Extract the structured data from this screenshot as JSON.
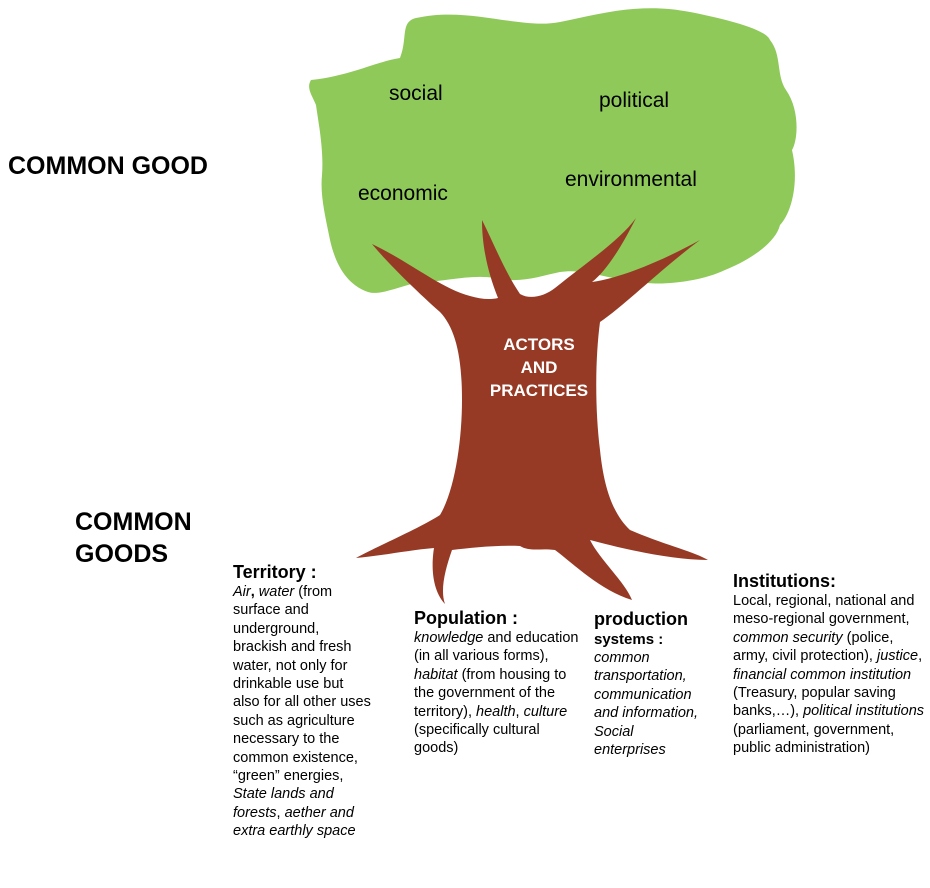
{
  "labels": {
    "common_good": "COMMON GOOD",
    "common_goods_line1": "COMMON",
    "common_goods_line2": "GOODS"
  },
  "crown": {
    "social": "social",
    "political": "political",
    "economic": "economic",
    "environmental": "environmental"
  },
  "trunk": {
    "line1": "ACTORS",
    "line2": "AND",
    "line3": "PRACTICES"
  },
  "colors": {
    "crown": "#8fc95a",
    "trunk": "#963a25"
  },
  "territory": {
    "heading": "Territory :",
    "p1": "Air",
    "p2": ", ",
    "p3": "water",
    "p4": "  (from surface and underground, brackish and fresh water, not only  for drinkable use but also for all other uses such as agriculture necessary to the common existence, “green” energies, ",
    "p5": "State lands and forests",
    "p6": ", ",
    "p7": "aether and extra earthly space"
  },
  "population": {
    "heading": "Population :",
    "p1": "knowledge",
    "p2": " and education (in all various forms), ",
    "p3": "habitat",
    "p4": "  (from housing to the government of the territory), ",
    "p5": "health",
    "p6": ", ",
    "p7": "culture",
    "p8": "  (specifically cultural goods)"
  },
  "production": {
    "heading1": "production",
    "heading2": "systems :",
    "p1": "common transportation, communication and information, Social enterprises"
  },
  "institutions": {
    "heading": "Institutions:",
    "p1": "Local, regional, national and meso-regional government, ",
    "p2": "common security",
    "p3": " (police, army, civil protection), ",
    "p4": "justice",
    "p5": ", ",
    "p6": "financial common institution",
    "p7": " (Treasury, popular saving banks,…), ",
    "p8": "political institutions",
    "p9": " (parliament, government, public administration)"
  }
}
